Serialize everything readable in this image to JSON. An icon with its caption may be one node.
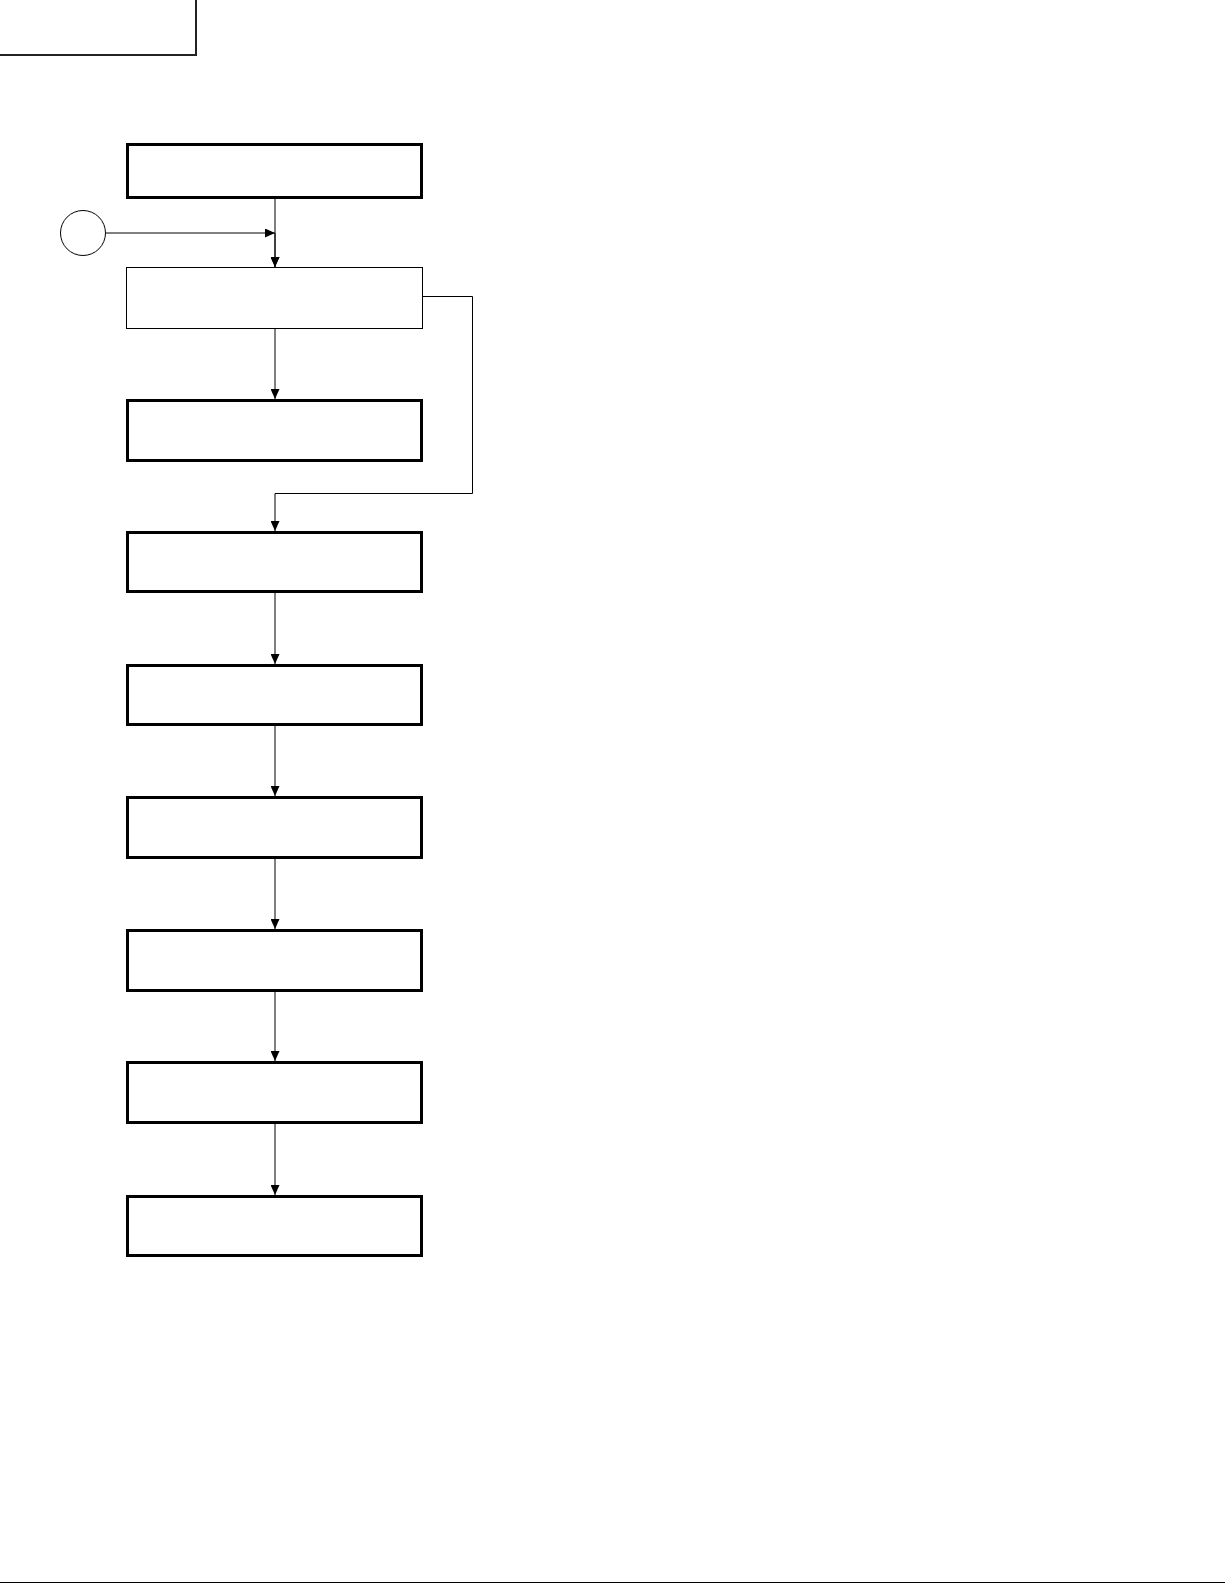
{
  "diagram": {
    "nodes": [
      {
        "text": [],
        "shape": "box"
      },
      {
        "text": [],
        "shape": "box"
      },
      {
        "text": [],
        "shape": "circle"
      },
      {
        "text": [],
        "shape": "box"
      },
      {
        "text": [],
        "shape": "box"
      },
      {
        "text": [],
        "shape": "box"
      },
      {
        "text": [],
        "shape": "box"
      },
      {
        "text": [],
        "shape": "box"
      },
      {
        "text": [],
        "shape": "box"
      },
      {
        "text": [],
        "shape": "box"
      },
      {
        "text": [],
        "shape": "box"
      }
    ],
    "edges": [
      {
        "from": 1,
        "to": 3,
        "arrow": "to"
      },
      {
        "from": 2,
        "to": 3,
        "arrow": "to"
      },
      {
        "from": 3,
        "to": 4,
        "arrow": "to"
      },
      {
        "from": 3,
        "to": 5,
        "arrow": "to"
      },
      {
        "from": 5,
        "to": 6,
        "arrow": "to"
      },
      {
        "from": 6,
        "to": 7,
        "arrow": "to"
      },
      {
        "from": 7,
        "to": 8,
        "arrow": "to"
      },
      {
        "from": 8,
        "to": 9,
        "arrow": "to"
      },
      {
        "from": 9,
        "to": 10,
        "arrow": "to"
      }
    ]
  }
}
